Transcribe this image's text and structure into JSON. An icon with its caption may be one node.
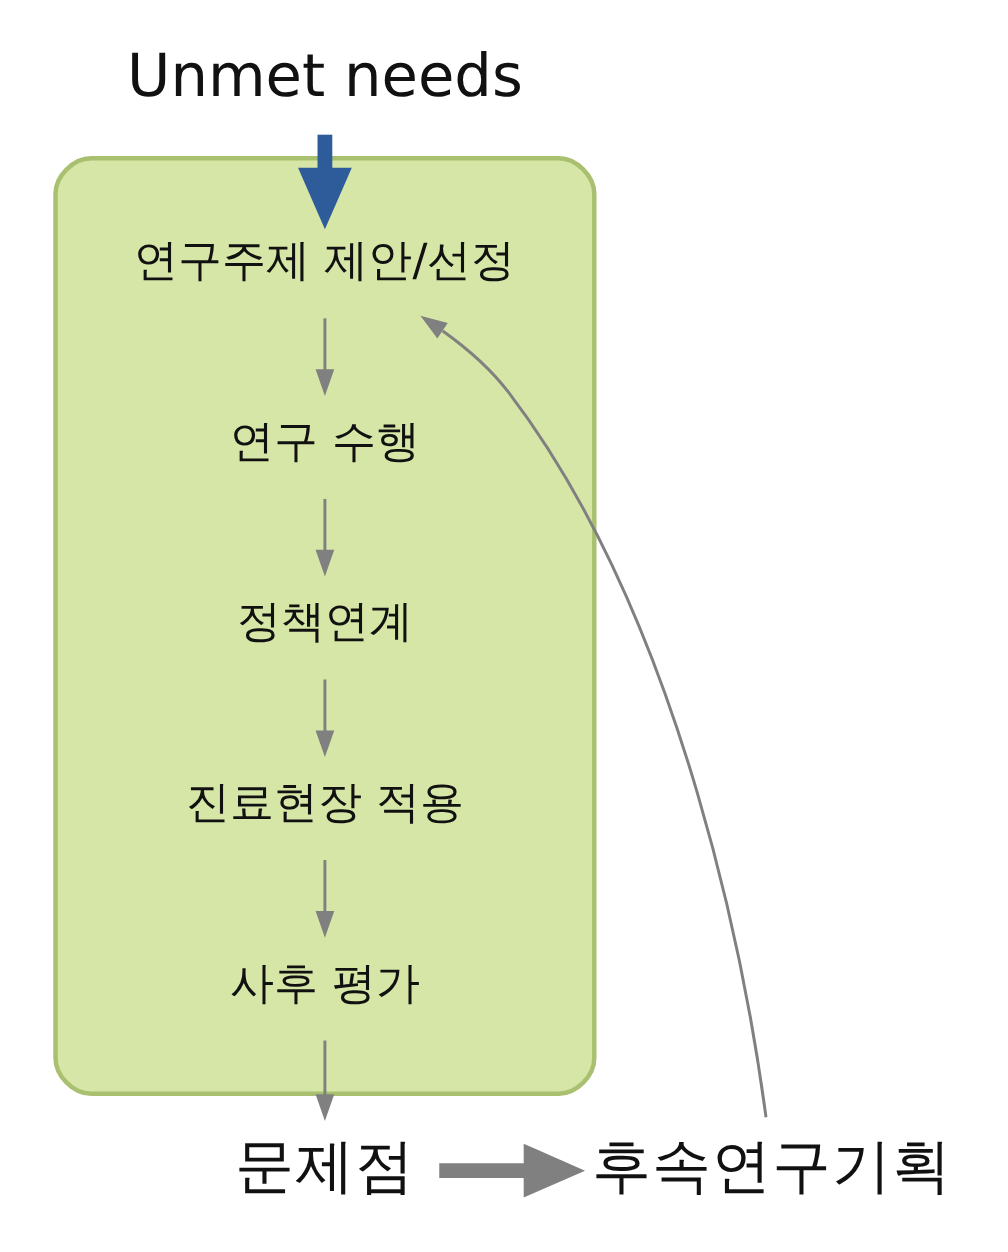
{
  "diagram": {
    "nodes": [
      {
        "text": [
          "Unmet needs"
        ]
      },
      {
        "text": [],
        "shape": "cylinder"
      },
      {
        "text": [
          "연구주제 제안/선정"
        ],
        "in": 1
      },
      {
        "text": [
          "연구 수행"
        ],
        "in": 1
      },
      {
        "text": [
          "정책연계"
        ],
        "in": 1
      },
      {
        "text": [
          "진료현장 적용"
        ],
        "in": 1
      },
      {
        "text": [
          "사후 평가"
        ],
        "in": 1
      },
      {
        "text": [
          "문제점"
        ]
      },
      {
        "text": [
          "후속연구기획"
        ]
      }
    ],
    "edges": [
      {
        "from": 0,
        "to": 2,
        "arrow": "to",
        "style": "thick",
        "color": "#2e5c9a"
      },
      {
        "from": 2,
        "to": 3,
        "arrow": "to"
      },
      {
        "from": 3,
        "to": 4,
        "arrow": "to"
      },
      {
        "from": 4,
        "to": 5,
        "arrow": "to"
      },
      {
        "from": 5,
        "to": 6,
        "arrow": "to"
      },
      {
        "from": 6,
        "to": 7,
        "arrow": "to"
      },
      {
        "from": 7,
        "to": 8,
        "arrow": "to",
        "style": "thick"
      },
      {
        "from": 8,
        "to": 2,
        "arrow": "to"
      }
    ]
  }
}
